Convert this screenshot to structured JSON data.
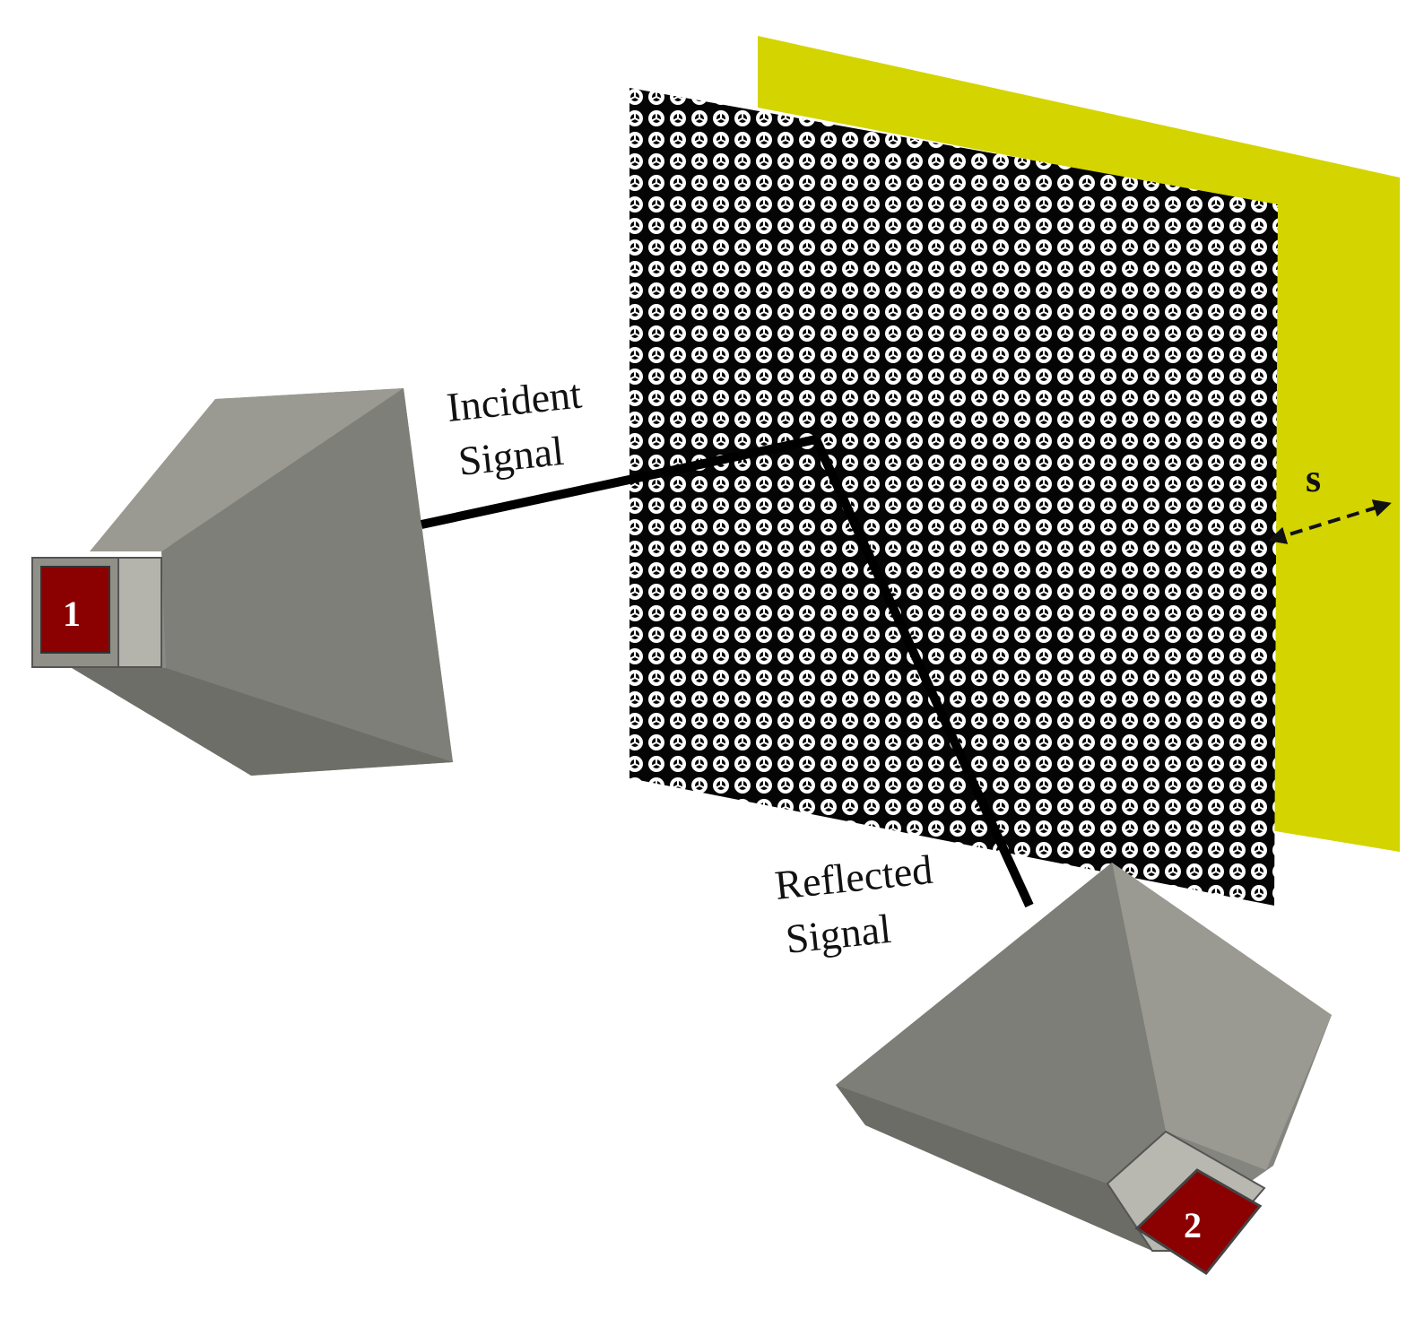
{
  "labels": {
    "incident_line1": "Incident",
    "incident_line2": "Signal",
    "reflected_line1": "Reflected",
    "reflected_line2": "Signal",
    "spacing": "s",
    "port1": "1",
    "port2": "2"
  },
  "colors": {
    "ground_plane": "#d4d400",
    "metasurface": "#050505",
    "unit_cell": "#ffffff",
    "horn_light": "#8e8e86",
    "horn_dark": "#6e6e68",
    "port": "#8b0000",
    "signal_path": "#000000"
  },
  "metasurface": {
    "rows": 31,
    "cols": 29
  },
  "icons": [
    "horn-antenna-1",
    "horn-antenna-2",
    "metasurface-array",
    "ground-plane",
    "double-arrow"
  ]
}
